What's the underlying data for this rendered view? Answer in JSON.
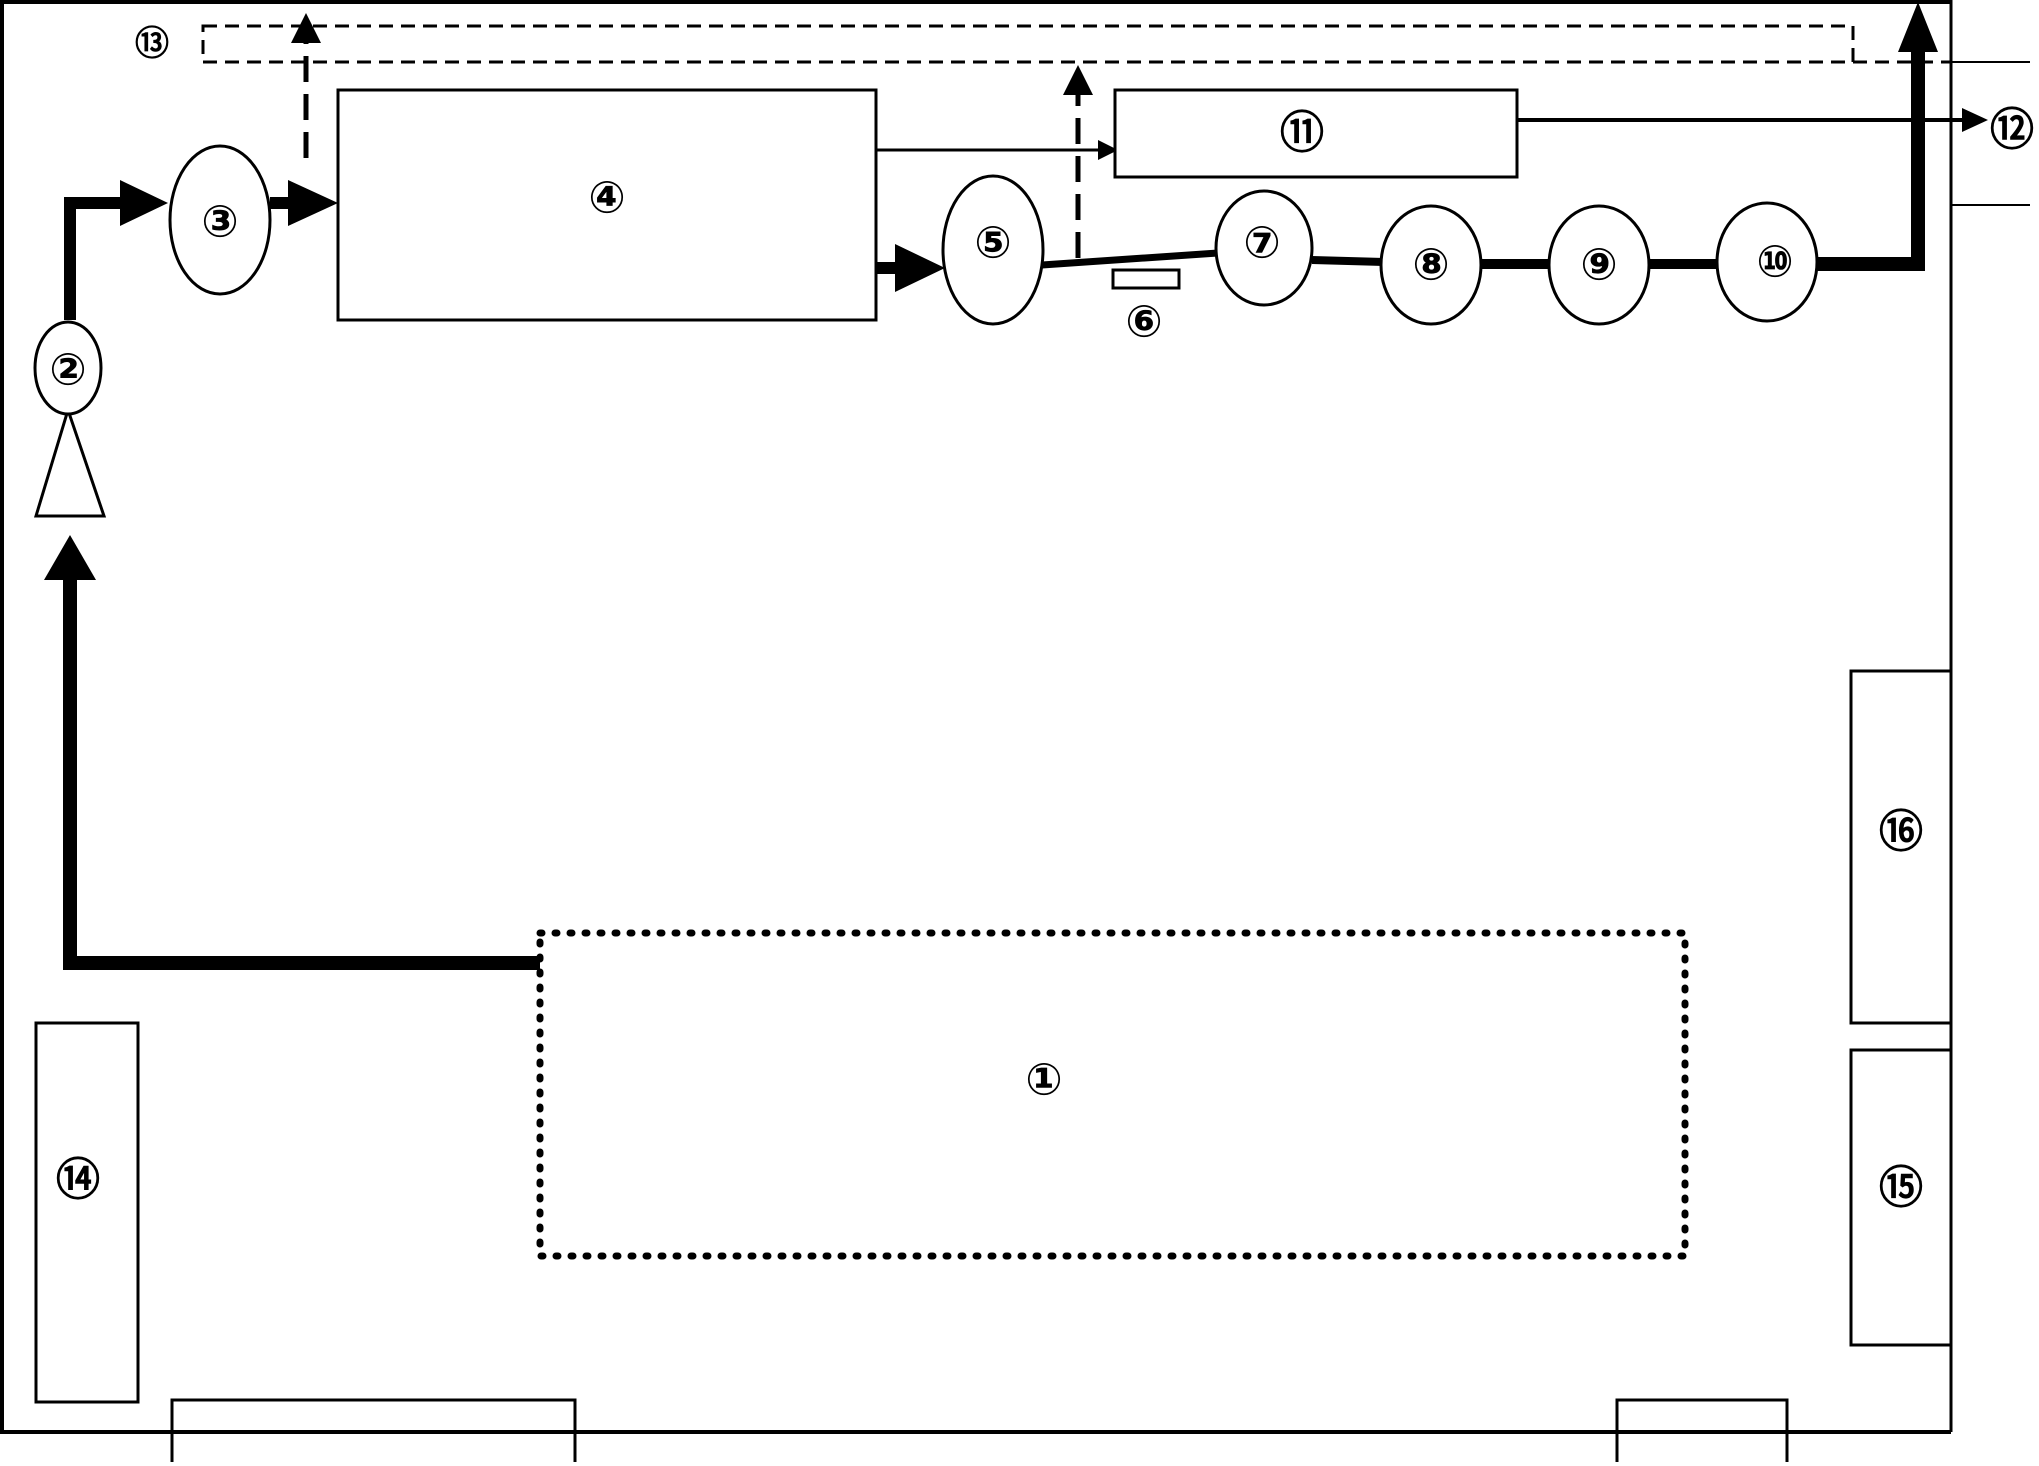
{
  "labels": {
    "n1": "①",
    "n2": "②",
    "n3": "③",
    "n4": "④",
    "n5": "⑤",
    "n6": "⑥",
    "n7": "⑦",
    "n8": "⑧",
    "n9": "⑨",
    "n10": "⑩",
    "n11": "⑪",
    "n12": "⑫",
    "n13": "⑬",
    "n14": "⑭",
    "n15": "⑮",
    "n16": "⑯"
  },
  "colors": {
    "line": "#000000",
    "background": "#ffffff"
  }
}
